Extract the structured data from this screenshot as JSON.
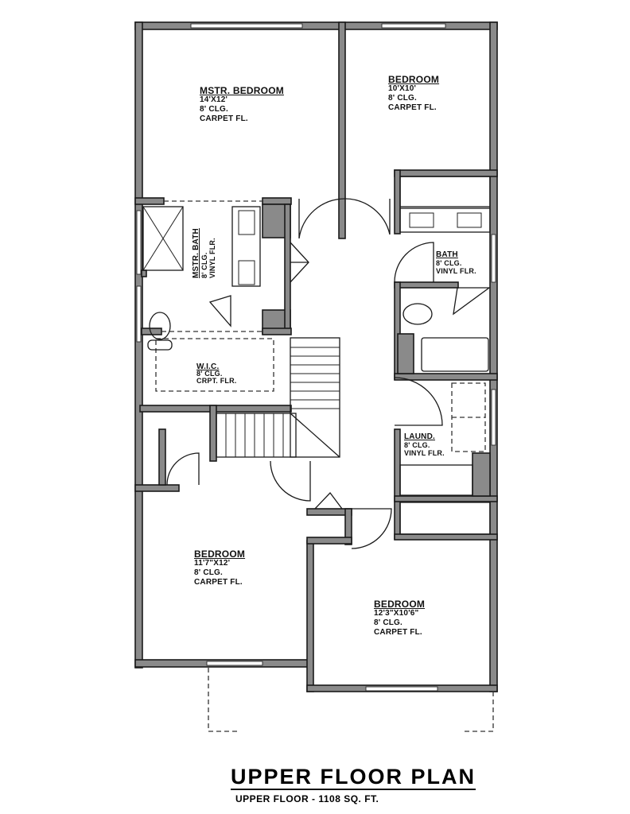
{
  "plan": {
    "title": "UPPER FLOOR PLAN",
    "subtitle": "UPPER FLOOR - 1108 SQ. FT."
  },
  "rooms": {
    "master_bedroom": {
      "name": "MSTR. BEDROOM",
      "size": "14'X12'",
      "ceiling": "8' CLG.",
      "floor": "CARPET FL."
    },
    "bedroom_ne": {
      "name": "BEDROOM",
      "size": "10'X10'",
      "ceiling": "8' CLG.",
      "floor": "CARPET FL."
    },
    "master_bath": {
      "name": "MSTR. BATH",
      "ceiling": "8' CLG.",
      "floor": "VINYL FLR."
    },
    "bath": {
      "name": "BATH",
      "ceiling": "8' CLG.",
      "floor": "VINYL FLR."
    },
    "wic": {
      "name": "W.I.C.",
      "ceiling": "8' CLG.",
      "floor": "CRPT. FLR."
    },
    "laundry": {
      "name": "LAUND.",
      "ceiling": "8' CLG.",
      "floor": "VINYL FLR."
    },
    "bedroom_sw": {
      "name": "BEDROOM",
      "size": "11'7\"X12'",
      "ceiling": "8' CLG.",
      "floor": "CARPET FL."
    },
    "bedroom_se": {
      "name": "BEDROOM",
      "size": "12'3\"X10'6\"",
      "ceiling": "8' CLG.",
      "floor": "CARPET FL."
    }
  }
}
